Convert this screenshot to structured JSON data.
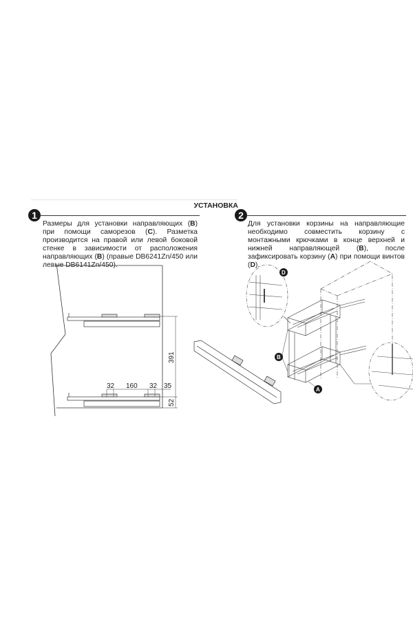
{
  "section_title": "УСТАНОВКА",
  "step1": {
    "number": "1",
    "text": [
      {
        "t": "Размеры для установки направляющих (",
        "b": false
      },
      {
        "t": "B",
        "b": true
      },
      {
        "t": ") при помощи саморезов (",
        "b": false
      },
      {
        "t": "C",
        "b": true
      },
      {
        "t": "). Разметка производится на правой или левой боковой стенке в зависимости от расположения направляющих (",
        "b": false
      },
      {
        "t": "B",
        "b": true
      },
      {
        "t": ") (правые DB6241Zn/450 или левые DB6141Zn/450).",
        "b": false
      }
    ],
    "dimensions": {
      "d1": "32",
      "d2": "160",
      "d3": "32",
      "d4": "35",
      "height": "391",
      "bottom": "52"
    }
  },
  "step2": {
    "number": "2",
    "text": [
      {
        "t": "Для установки корзины на направляющие необходимо совместить корзину с монтажными крючками в конце верхней и нижней направляющей (",
        "b": false
      },
      {
        "t": "B",
        "b": true
      },
      {
        "t": "), после зафиксировать корзину (",
        "b": false
      },
      {
        "t": "A",
        "b": true
      },
      {
        "t": ") при помощи винтов (",
        "b": false
      },
      {
        "t": "D",
        "b": true
      },
      {
        "t": ").",
        "b": false
      }
    ],
    "callouts": {
      "a": "A",
      "b": "B",
      "d": "D"
    }
  }
}
